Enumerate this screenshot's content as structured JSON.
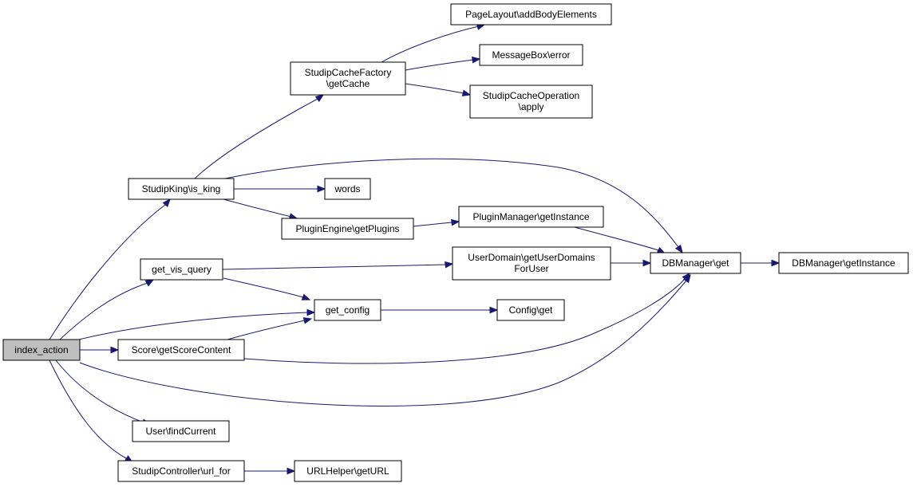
{
  "colors": {
    "edge": "#191970",
    "root_fill": "#bfbfbf",
    "node_fill": "#ffffff",
    "border": "#000000"
  },
  "nodes": {
    "index_action": [
      "index_action"
    ],
    "studipking_is_king": [
      "StudipKing\\is_king"
    ],
    "get_vis_query": [
      "get_vis_query"
    ],
    "get_config": [
      "get_config"
    ],
    "score_getscorecontent": [
      "Score\\getScoreContent"
    ],
    "user_findcurrent": [
      "User\\findCurrent"
    ],
    "studipcontroller_url_for": [
      "StudipController\\url_for"
    ],
    "urlhelper_geturl": [
      "URLHelper\\getURL"
    ],
    "studipcachefactory_getcache": [
      "StudipCacheFactory",
      "\\getCache"
    ],
    "pagelayout_addbodyelements": [
      "PageLayout\\addBodyElements"
    ],
    "messagebox_error": [
      "MessageBox\\error"
    ],
    "studipcacheoperation_apply": [
      "StudipCacheOperation",
      "\\apply"
    ],
    "words": [
      "words"
    ],
    "pluginengine_getplugins": [
      "PluginEngine\\getPlugins"
    ],
    "pluginmanager_getinstance": [
      "PluginManager\\getInstance"
    ],
    "userdomain_getuserdomainsforuser": [
      "UserDomain\\getUserDomains",
      "ForUser"
    ],
    "dbmanager_get": [
      "DBManager\\get"
    ],
    "dbmanager_getinstance": [
      "DBManager\\getInstance"
    ],
    "config_get": [
      "Config\\get"
    ]
  },
  "edges": [
    [
      "index_action",
      "studipking_is_king"
    ],
    [
      "index_action",
      "get_vis_query"
    ],
    [
      "index_action",
      "get_config"
    ],
    [
      "index_action",
      "score_getscorecontent"
    ],
    [
      "index_action",
      "dbmanager_get"
    ],
    [
      "index_action",
      "user_findcurrent"
    ],
    [
      "index_action",
      "studipcontroller_url_for"
    ],
    [
      "studipking_is_king",
      "studipcachefactory_getcache"
    ],
    [
      "studipking_is_king",
      "dbmanager_get"
    ],
    [
      "studipking_is_king",
      "words"
    ],
    [
      "studipking_is_king",
      "pluginengine_getplugins"
    ],
    [
      "studipcachefactory_getcache",
      "pagelayout_addbodyelements"
    ],
    [
      "studipcachefactory_getcache",
      "messagebox_error"
    ],
    [
      "studipcachefactory_getcache",
      "studipcacheoperation_apply"
    ],
    [
      "pluginengine_getplugins",
      "pluginmanager_getinstance"
    ],
    [
      "pluginmanager_getinstance",
      "dbmanager_get"
    ],
    [
      "get_vis_query",
      "userdomain_getuserdomainsforuser"
    ],
    [
      "get_vis_query",
      "get_config"
    ],
    [
      "userdomain_getuserdomainsforuser",
      "dbmanager_get"
    ],
    [
      "dbmanager_get",
      "dbmanager_getinstance"
    ],
    [
      "get_config",
      "config_get"
    ],
    [
      "score_getscorecontent",
      "get_config"
    ],
    [
      "score_getscorecontent",
      "dbmanager_get"
    ],
    [
      "studipcontroller_url_for",
      "urlhelper_geturl"
    ]
  ]
}
